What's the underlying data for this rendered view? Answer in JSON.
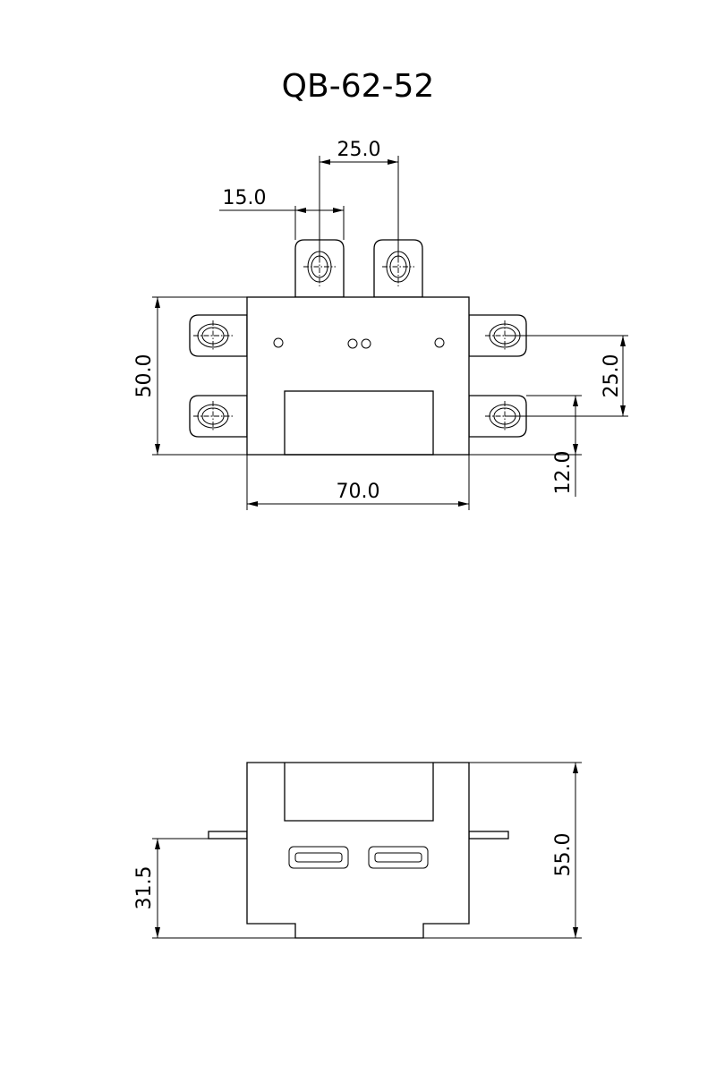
{
  "title": "QB-62-52",
  "top_view": {
    "dimensions": {
      "pin_spacing_top": "25.0",
      "pin_width": "15.0",
      "height": "50.0",
      "width": "70.0",
      "pin_spacing_right": "25.0",
      "pin_offset": "12.0"
    }
  },
  "side_view": {
    "dimensions": {
      "terminal_height": "31.5",
      "total_height": "55.0"
    }
  }
}
